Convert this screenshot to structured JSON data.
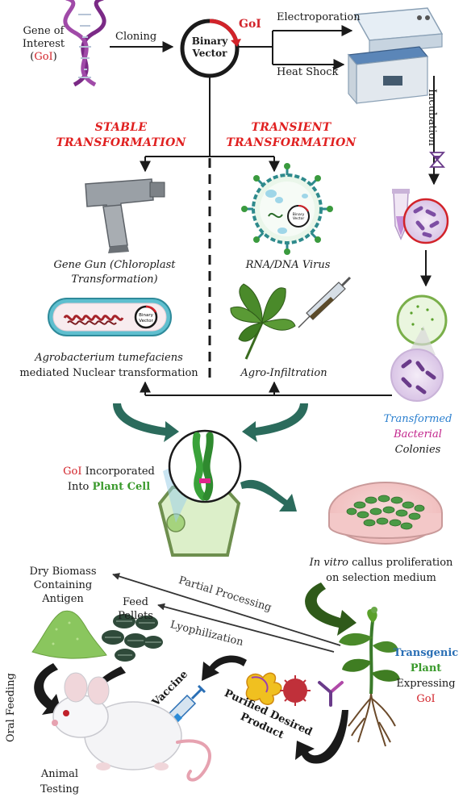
{
  "labels": {
    "gene_of_interest_line1": "Gene of",
    "gene_of_interest_line2": "Interest",
    "goi_paren_open": "(",
    "goi_abbrev": "GoI",
    "goi_paren_close": ")",
    "cloning": "Cloning",
    "binary_vector_line1": "Binary",
    "binary_vector_line2": "Vector",
    "goi_on_vector": "GoI",
    "electroporation": "Electroporation",
    "heat_shock": "Heat Shock",
    "incubation": "Incubation",
    "stable_line1": "STABLE",
    "stable_line2": "TRANSFORMATION",
    "transient_line1": "TRANSIENT",
    "transient_line2": "TRANSFORMATION",
    "gene_gun_line1": "Gene Gun (Chloroplast",
    "gene_gun_line2": "Transformation)",
    "virus": "RNA/DNA Virus",
    "agro_line1": "Agrobacterium tumefaciens",
    "agro_line2": "mediated Nuclear transformation",
    "agro_infiltration": "Agro-Infiltration",
    "transformed": "Transformed",
    "bacterial": "Bacterial",
    "colonies": "Colonies",
    "incorporated_goi": "GoI",
    "incorporated_rest": " Incorporated",
    "into_plant_prefix": "Into ",
    "plant_cell": "Plant Cell",
    "in_vitro": "In vitro",
    "callus_rest": " callus proliferation",
    "selection_medium": "on selection medium",
    "dry_biomass_line1": "Dry Biomass",
    "dry_biomass_line2": "Containing",
    "dry_biomass_line3": "Antigen",
    "partial_processing": "Partial Processing",
    "feed_line1": "Feed",
    "feed_line2": "Pellets",
    "lyophilization": "Lyophilization",
    "transgenic": "Transgenic",
    "plant": "Plant",
    "expressing": "Expressing",
    "expressing_goi": "GoI",
    "oral_feeding": "Oral Feeding",
    "vaccine": "Vaccine",
    "purified_line1": "Purified Desired",
    "purified_line2": "Product",
    "animal_line1": "Animal",
    "animal_line2": "Testing",
    "vector_small_line1": "Binary",
    "vector_small_line2": "Vector"
  },
  "colors": {
    "arrow": "#1a1a1a",
    "teal_arrow": "#2b6b5c",
    "dark_green_arrow": "#2f5a1a",
    "header_red": "#e02020",
    "goi_red": "#d2232a"
  }
}
